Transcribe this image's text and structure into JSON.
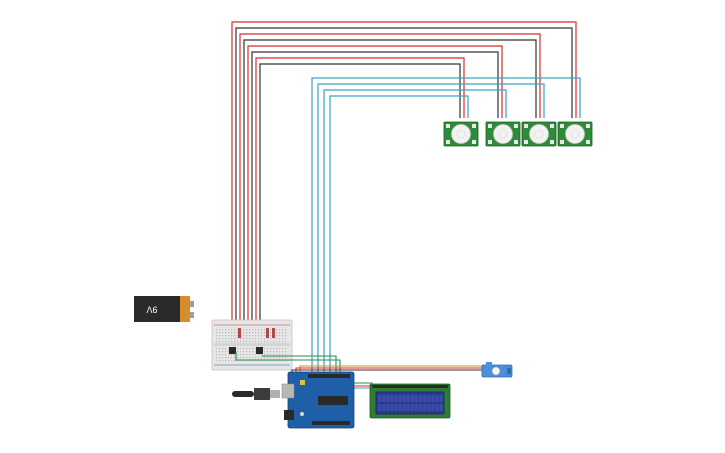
{
  "battery": {
    "label": "9V"
  },
  "colors": {
    "background": "#ffffff",
    "wire_red": "#d32f2f",
    "wire_black": "#333333",
    "wire_blue": "#3aa3c4",
    "wire_green": "#2e8b57",
    "arduino_blue": "#1f5fa8",
    "pir_green": "#2e8b3a",
    "lcd_screen": "#2b3a8f",
    "lcd_board": "#2f7d32",
    "breadboard": "#e6e6e6",
    "battery_body": "#2a2a2a",
    "battery_band": "#d98c2b",
    "servo_blue": "#4a90d9"
  },
  "components": [
    {
      "name": "pir-sensor",
      "count": 4
    },
    {
      "name": "breadboard",
      "count": 1
    },
    {
      "name": "battery-9v",
      "count": 1
    },
    {
      "name": "arduino-uno",
      "count": 1
    },
    {
      "name": "lcd-16x2",
      "count": 1
    },
    {
      "name": "servo-motor",
      "count": 1
    },
    {
      "name": "usb-cable",
      "count": 1
    }
  ]
}
